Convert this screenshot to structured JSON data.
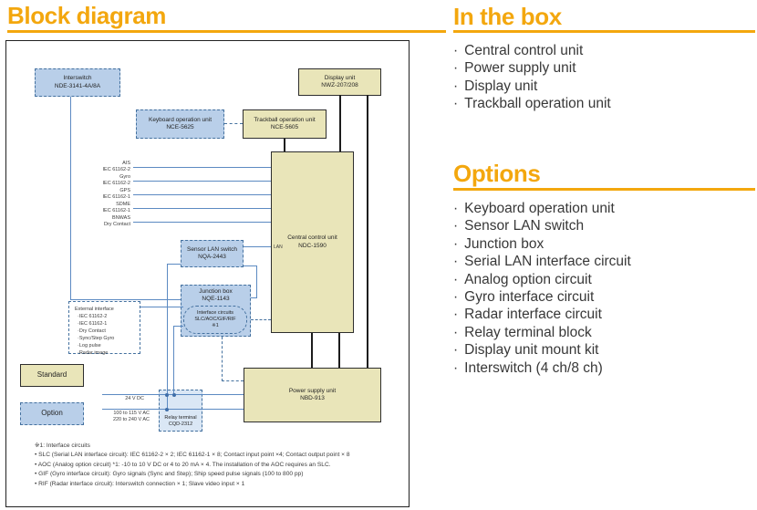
{
  "header": {
    "title": "Block diagram"
  },
  "colors": {
    "accent": "#F3A70E",
    "standard_fill": "#E9E5B9",
    "option_fill": "#B9CFE9",
    "line_blue": "#5C8AC2",
    "line_black": "#1C1C1C"
  },
  "diagram": {
    "boxes": {
      "interswitch": {
        "name": "Interswitch",
        "model": "NDE-3141-4A/8A"
      },
      "display_unit": {
        "name": "Display unit",
        "model": "NWZ-207/208"
      },
      "keyboard": {
        "name": "Keyboard operation unit",
        "model": "NCE-5625"
      },
      "trackball": {
        "name": "Trackball operation unit",
        "model": "NCE-5605"
      },
      "central": {
        "name": "Central control unit",
        "model": "NDC-1590",
        "port_label": "LAN"
      },
      "sensor_lan": {
        "name": "Sensor LAN switch",
        "model": "NQA-2443"
      },
      "junction": {
        "name": "Junction box",
        "model": "NQE-1143"
      },
      "interface_circuits": {
        "line1": "Interface circuits",
        "line2": "SLC/AOC/GIF/RIF",
        "line3": "※1"
      },
      "power_supply": {
        "name": "Power supply unit",
        "model": "NBD-913"
      },
      "relay_terminal": {
        "name": "Relay terminal",
        "model": "CQD-2312"
      }
    },
    "signals": [
      {
        "name": "AIS",
        "spec": "IEC 61162-2"
      },
      {
        "name": "Gyro",
        "spec": "IEC 61162-2"
      },
      {
        "name": "GPS",
        "spec": "IEC 61162-1"
      },
      {
        "name": "SDME",
        "spec": "IEC 61162-1"
      },
      {
        "name": "BNWAS",
        "spec": "Dry Contact"
      }
    ],
    "external_interface": {
      "title": "External interface",
      "items": [
        "·IEC 61162-2",
        "·IEC 61162-1",
        "·Dry Contact",
        "·Sync/Step Gyro",
        "·Log pulse",
        "·Radar image"
      ]
    },
    "legend": {
      "standard": "Standard",
      "option": "Option"
    },
    "power_inputs": {
      "dc": "24 V DC",
      "ac_line1": "100 to 115 V AC",
      "ac_line2": "220 to 240 V AC"
    },
    "footnotes": [
      "※1: Interface circuits",
      "• SLC (Serial LAN interface circuit): IEC 61162-2 × 2; IEC 61162-1 × 8; Contact input point ×4; Contact output point × 8",
      "• AOC (Analog option circuit) *1: -10 to 10 V DC or 4 to 20 mA × 4. The installation of the AOC requires an SLC.",
      "• GIF (Gyro interface circuit): Gyro signals (Sync and Step); Ship speed pulse signals (100 to 800 pp)",
      "• RIF (Radar interface circuit): Interswitch connection × 1; Slave video input × 1"
    ]
  },
  "in_the_box": {
    "title": "In the box",
    "items": [
      "Central control unit",
      "Power supply unit",
      "Display unit",
      "Trackball operation unit"
    ]
  },
  "options": {
    "title": "Options",
    "items": [
      "Keyboard operation unit",
      "Sensor LAN switch",
      "Junction box",
      "Serial LAN interface circuit",
      "Analog option circuit",
      "Gyro interface circuit",
      "Radar interface circuit",
      "Relay terminal block",
      "Display unit mount kit",
      "Interswitch (4 ch/8 ch)"
    ]
  }
}
